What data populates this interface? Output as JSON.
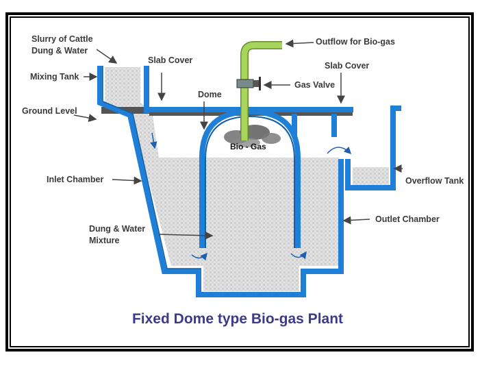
{
  "title": "Fixed Dome type Bio-gas Plant",
  "labels": {
    "slurry": [
      "Slurry of Cattle",
      "Dung & Water"
    ],
    "mixing_tank": "Mixing Tank",
    "ground_level": "Ground Level",
    "slab_cover_left": "Slab Cover",
    "dome": "Dome",
    "outflow": "Outflow for Bio-gas",
    "gas_valve": "Gas Valve",
    "slab_cover_right": "Slab Cover",
    "bio_gas": "Bio - Gas",
    "inlet_chamber": "Inlet Chamber",
    "overflow_tank": "Overflow Tank",
    "outlet_chamber": "Outlet Chamber",
    "mixture": [
      "Dung & Water",
      "Mixture"
    ]
  },
  "colors": {
    "wall": "#1f7fd6",
    "wall_dark": "#155fa8",
    "slurry": "#dcdcdc",
    "ground": "#555555",
    "pipe": "#a6d45c",
    "title": "#3d3a8c"
  }
}
